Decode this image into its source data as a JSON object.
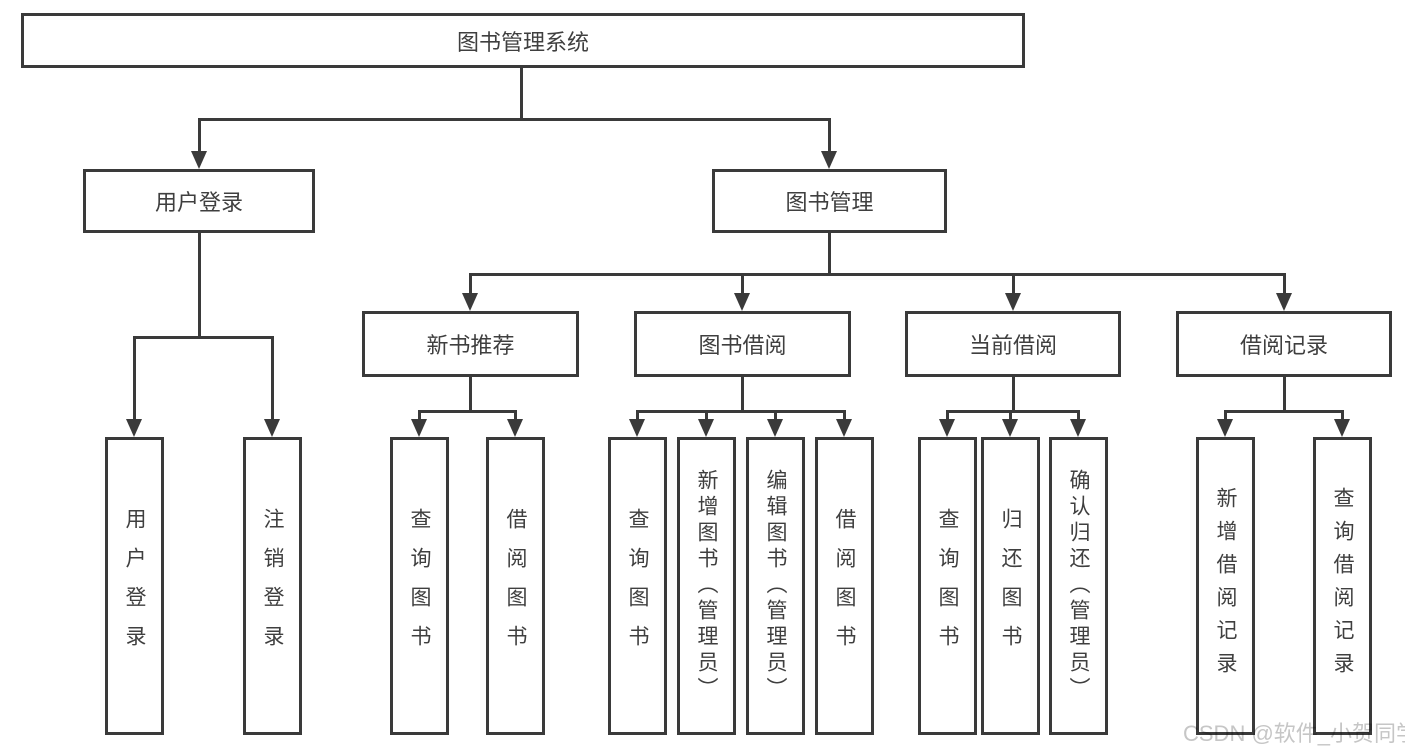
{
  "colors": {
    "line": "#3a3a3a",
    "text": "#3f3f3f",
    "watermark": "#c6c6c6",
    "bg": "#ffffff"
  },
  "watermark": "CSDN @软件_小贺同学",
  "tree": {
    "label": "图书管理系统",
    "children": [
      {
        "label": "用户登录",
        "children": [
          {
            "label": "用户登录"
          },
          {
            "label": "注销登录"
          }
        ]
      },
      {
        "label": "图书管理",
        "children": [
          {
            "label": "新书推荐",
            "children": [
              {
                "label": "查询图书"
              },
              {
                "label": "借阅图书"
              }
            ]
          },
          {
            "label": "图书借阅",
            "children": [
              {
                "label": "查询图书"
              },
              {
                "label": "新增图书（管理员）"
              },
              {
                "label": "编辑图书（管理员）"
              },
              {
                "label": "借阅图书"
              }
            ]
          },
          {
            "label": "当前借阅",
            "children": [
              {
                "label": "查询图书"
              },
              {
                "label": "归还图书"
              },
              {
                "label": "确认归还（管理员）"
              }
            ]
          },
          {
            "label": "借阅记录",
            "children": [
              {
                "label": "新增借阅记录"
              },
              {
                "label": "查询借阅记录"
              }
            ]
          }
        ]
      }
    ]
  }
}
